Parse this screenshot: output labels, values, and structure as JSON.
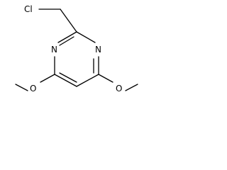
{
  "molecule": {
    "atoms": {
      "chlorine": "Cl",
      "nitrogen_left": "N",
      "nitrogen_right": "N",
      "oxygen_left": "O",
      "oxygen_right": "O"
    }
  },
  "colors": {
    "bond": "#000000",
    "label": "#000000",
    "background": "#ffffff"
  }
}
